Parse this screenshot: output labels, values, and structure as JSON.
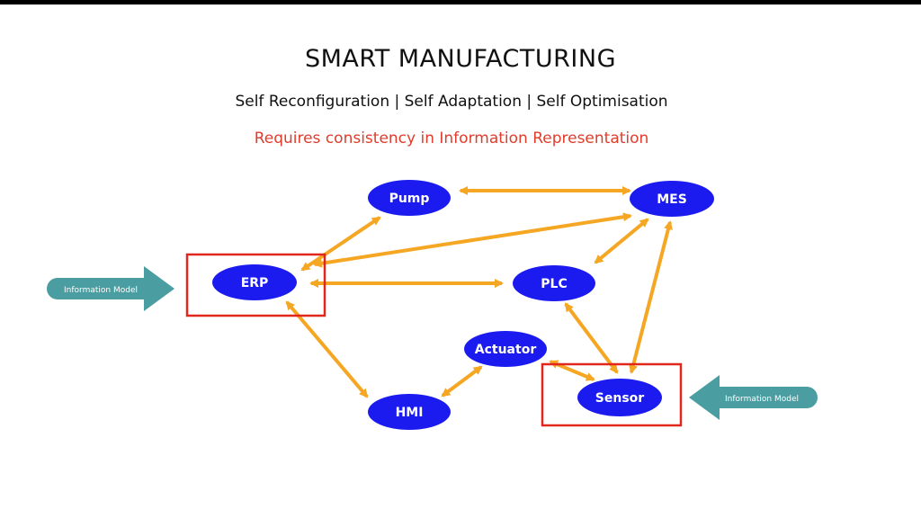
{
  "title": "SMART MANUFACTURING",
  "subtitle": "Self Reconfiguration | Self Adaptation | Self Optimisation",
  "note": "Requires consistency in Information Representation",
  "colors": {
    "node_fill": "#1b1bf0",
    "arrow": "#f5a623",
    "highlight_box": "#e1261c",
    "info_arrow": "#4a9da0",
    "note_text": "#e03c2c"
  },
  "nodes": {
    "pump": "Pump",
    "mes": "MES",
    "erp": "ERP",
    "plc": "PLC",
    "actuator": "Actuator",
    "sensor": "Sensor",
    "hmi": "HMI"
  },
  "info_arrows": {
    "left": "Information Model",
    "right": "Information Model"
  },
  "connections": [
    [
      "Pump",
      "MES"
    ],
    [
      "ERP",
      "Pump"
    ],
    [
      "ERP",
      "MES"
    ],
    [
      "ERP",
      "PLC"
    ],
    [
      "ERP",
      "HMI"
    ],
    [
      "PLC",
      "MES"
    ],
    [
      "PLC",
      "Sensor"
    ],
    [
      "Sensor",
      "MES"
    ],
    [
      "HMI",
      "Actuator"
    ],
    [
      "Actuator",
      "Sensor"
    ]
  ]
}
